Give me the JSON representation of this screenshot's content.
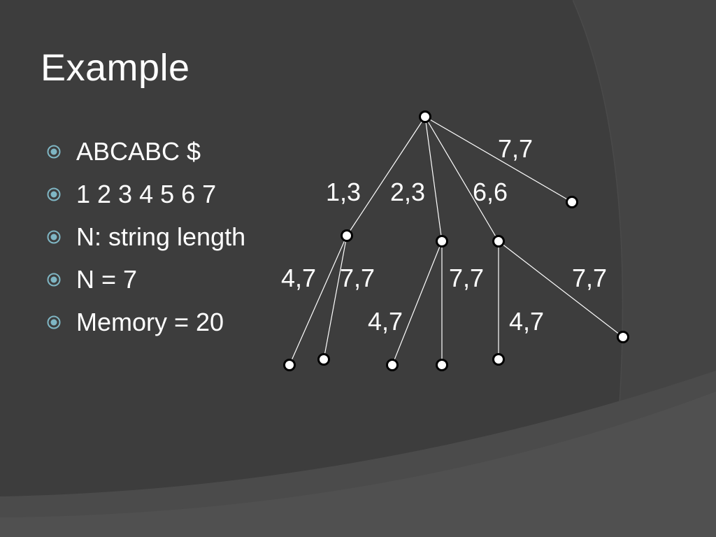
{
  "slide": {
    "title": "Example",
    "bullets": [
      {
        "text": "ABCABC $"
      },
      {
        "text": "1 2 3 4 5 6 7"
      },
      {
        "text": "N: string length"
      },
      {
        "text": "N = 7"
      },
      {
        "text": "Memory = 20"
      }
    ]
  },
  "tree": {
    "nodes": [
      {
        "id": "root"
      },
      {
        "id": "n-ab"
      },
      {
        "id": "n-b"
      },
      {
        "id": "n-c"
      },
      {
        "id": "leaf-dollar"
      },
      {
        "id": "leaf-ab-1"
      },
      {
        "id": "leaf-ab-2"
      },
      {
        "id": "leaf-b-1"
      },
      {
        "id": "leaf-b-2"
      },
      {
        "id": "leaf-c-1"
      },
      {
        "id": "leaf-c-2"
      }
    ],
    "edges": [
      {
        "from": "root",
        "to": "n-ab",
        "label": "1,3"
      },
      {
        "from": "root",
        "to": "n-b",
        "label": "2,3"
      },
      {
        "from": "root",
        "to": "n-c",
        "label": "6,6"
      },
      {
        "from": "root",
        "to": "leaf-dollar",
        "label": "7,7"
      },
      {
        "from": "n-ab",
        "to": "leaf-ab-1",
        "label": "4,7"
      },
      {
        "from": "n-ab",
        "to": "leaf-ab-2",
        "label": "7,7"
      },
      {
        "from": "n-b",
        "to": "leaf-b-1",
        "label": "4,7"
      },
      {
        "from": "n-b",
        "to": "leaf-b-2",
        "label": "7,7"
      },
      {
        "from": "n-c",
        "to": "leaf-c-1",
        "label": "4,7"
      },
      {
        "from": "n-c",
        "to": "leaf-c-2",
        "label": "7,7"
      }
    ]
  },
  "colors": {
    "background": "#3d3d3d",
    "text": "#ffffff",
    "bullet_accent": "#7fb6c4",
    "node_fill": "#ffffff",
    "node_stroke": "#000000",
    "edge": "#ffffff"
  }
}
